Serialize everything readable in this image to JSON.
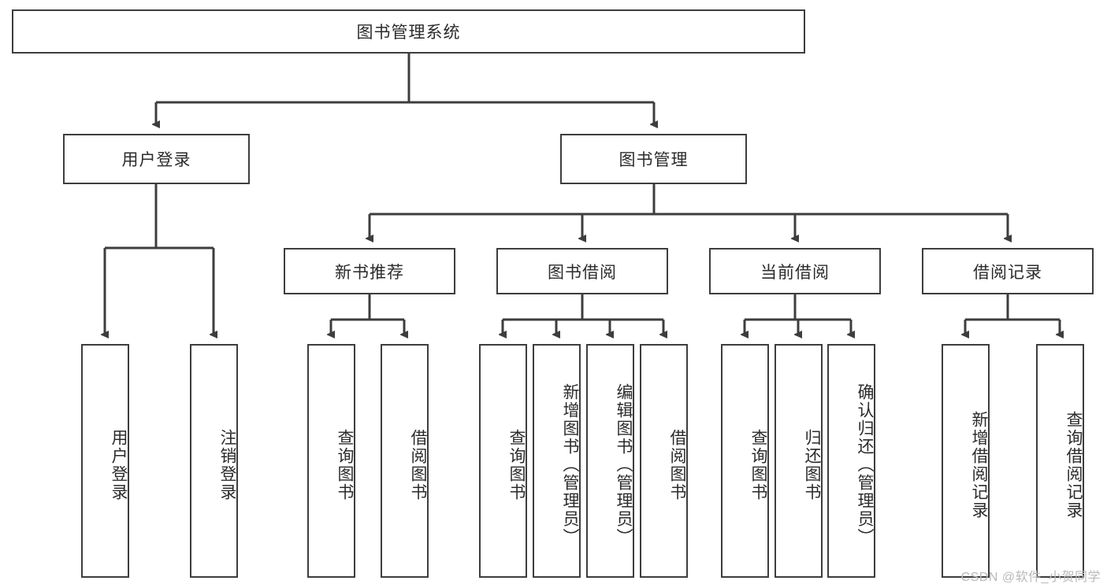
{
  "diagram": {
    "title": "图书管理系统",
    "watermark": "CSDN @软件_小贺同学",
    "colors": {
      "stroke": "#3d3d3d",
      "fill": "#ffffff",
      "text": "#2b2b2b",
      "watermark": "#b9b9b9"
    },
    "root": {
      "label": "图书管理系统"
    },
    "level2": [
      {
        "label": "用户登录"
      },
      {
        "label": "图书管理"
      }
    ],
    "level3": [
      {
        "label": "新书推荐"
      },
      {
        "label": "图书借阅"
      },
      {
        "label": "当前借阅"
      },
      {
        "label": "借阅记录"
      }
    ],
    "leaves": {
      "user_login": [
        {
          "label": "用户登录"
        },
        {
          "label": "注销登录"
        }
      ],
      "new_book": [
        {
          "label": "查询图书"
        },
        {
          "label": "借阅图书"
        }
      ],
      "book_borrow": [
        {
          "label": "查询图书"
        },
        {
          "label": "新增图书（管理员）"
        },
        {
          "label": "编辑图书（管理员）"
        },
        {
          "label": "借阅图书"
        }
      ],
      "current_borrow": [
        {
          "label": "查询图书"
        },
        {
          "label": "归还图书"
        },
        {
          "label": "确认归还（管理员）"
        }
      ],
      "borrow_record": [
        {
          "label": "新增借阅记录"
        },
        {
          "label": "查询借阅记录"
        }
      ]
    }
  }
}
